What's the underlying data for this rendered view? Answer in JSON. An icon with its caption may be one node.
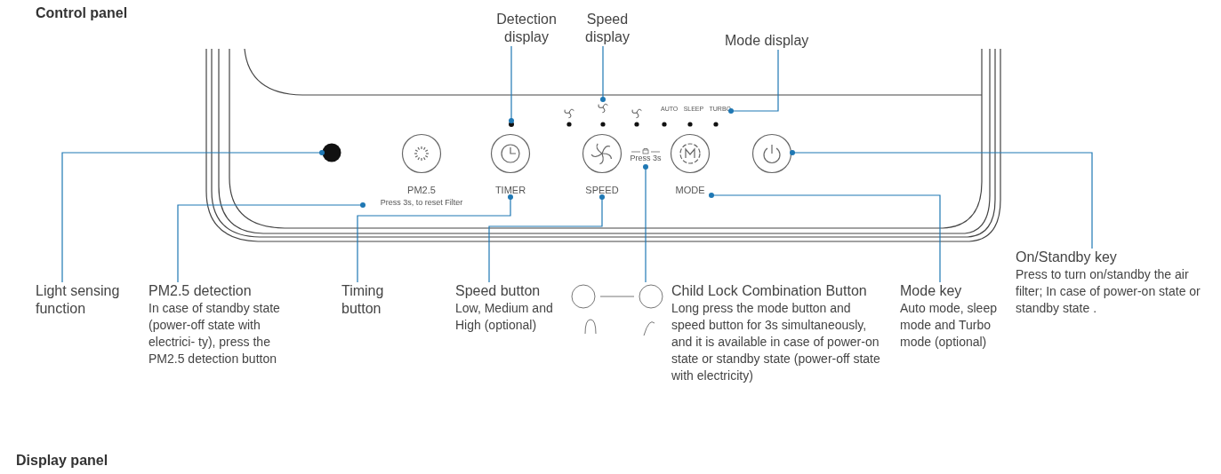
{
  "diagram": {
    "title": "Control panel",
    "nodes": [
      {
        "text": [
          "Detection display"
        ]
      },
      {
        "text": [
          "Speed display"
        ]
      },
      {
        "text": [
          "Mode display"
        ]
      },
      {
        "text": [],
        "shape": "circle"
      },
      {
        "text": [],
        "shape": "picture"
      },
      {
        "text": [
          "AUTO",
          "SLEEP",
          "TURBO"
        ]
      },
      {
        "text": [],
        "shape": "circle"
      },
      {
        "text": [
          "PM2.5",
          "Press 3s, to reset Filter"
        ]
      },
      {
        "text": [
          "TIMER"
        ]
      },
      {
        "text": [
          "SPEED"
        ]
      },
      {
        "text": [
          "Press 3s"
        ]
      },
      {
        "text": [
          "MODE"
        ]
      },
      {
        "text": [],
        "shape": "circle"
      },
      {
        "text": [
          "Light sensing function"
        ]
      },
      {
        "text": [
          "PM2.5 detection",
          "In case of standby state (power-off state with electrici- ty), press the PM2.5 detection button"
        ]
      },
      {
        "text": [
          "Timing button"
        ]
      },
      {
        "text": [
          "Speed button",
          "Low, Medium and High (optional)"
        ]
      },
      {
        "text": [
          "Child Lock Combination Button",
          "Long press the mode button and speed button for 3s simultaneously, and it is available in case of power-on state or standby state (power-off state with electricity)"
        ]
      },
      {
        "text": [
          "Mode key",
          "Auto mode, sleep mode and Turbo mode (optional)"
        ]
      },
      {
        "text": [
          "On/Standby key",
          "Press to turn on/standby the air filter; In case of power-on state or standby state ."
        ]
      }
    ],
    "edges": [
      {
        "from": 0,
        "to": 3,
        "arrow": "other"
      },
      {
        "from": 1,
        "to": 4,
        "arrow": "other"
      },
      {
        "from": 2,
        "to": 5,
        "arrow": "other"
      },
      {
        "from": 13,
        "to": 6,
        "arrow": "other"
      },
      {
        "from": 14,
        "to": 7,
        "arrow": "other"
      },
      {
        "from": 15,
        "to": 8,
        "arrow": "other"
      },
      {
        "from": 16,
        "to": 9,
        "arrow": "other"
      },
      {
        "from": 17,
        "to": 10,
        "arrow": "other"
      },
      {
        "from": 18,
        "to": 11,
        "arrow": "other"
      },
      {
        "from": 19,
        "to": 12,
        "arrow": "other"
      }
    ],
    "labels": [
      "Display panel"
    ]
  }
}
